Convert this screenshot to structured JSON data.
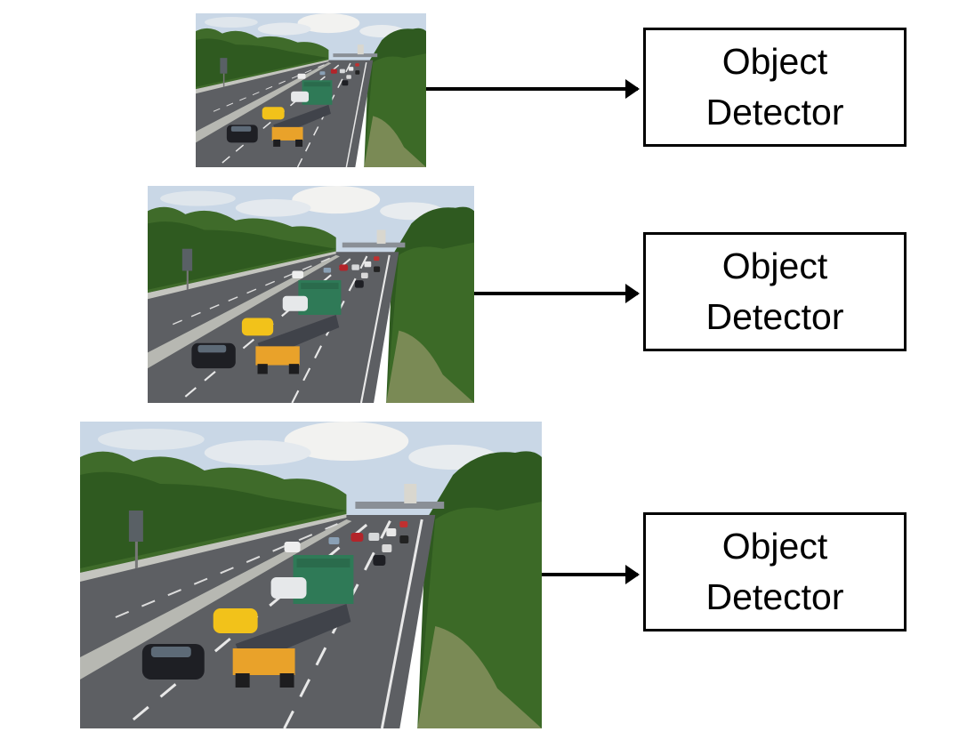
{
  "diagram": {
    "rows": [
      {
        "image": "highway-traffic-photo-small",
        "detector_label": "Object\nDetector"
      },
      {
        "image": "highway-traffic-photo-medium",
        "detector_label": "Object\nDetector"
      },
      {
        "image": "highway-traffic-photo-large",
        "detector_label": "Object\nDetector"
      }
    ]
  }
}
